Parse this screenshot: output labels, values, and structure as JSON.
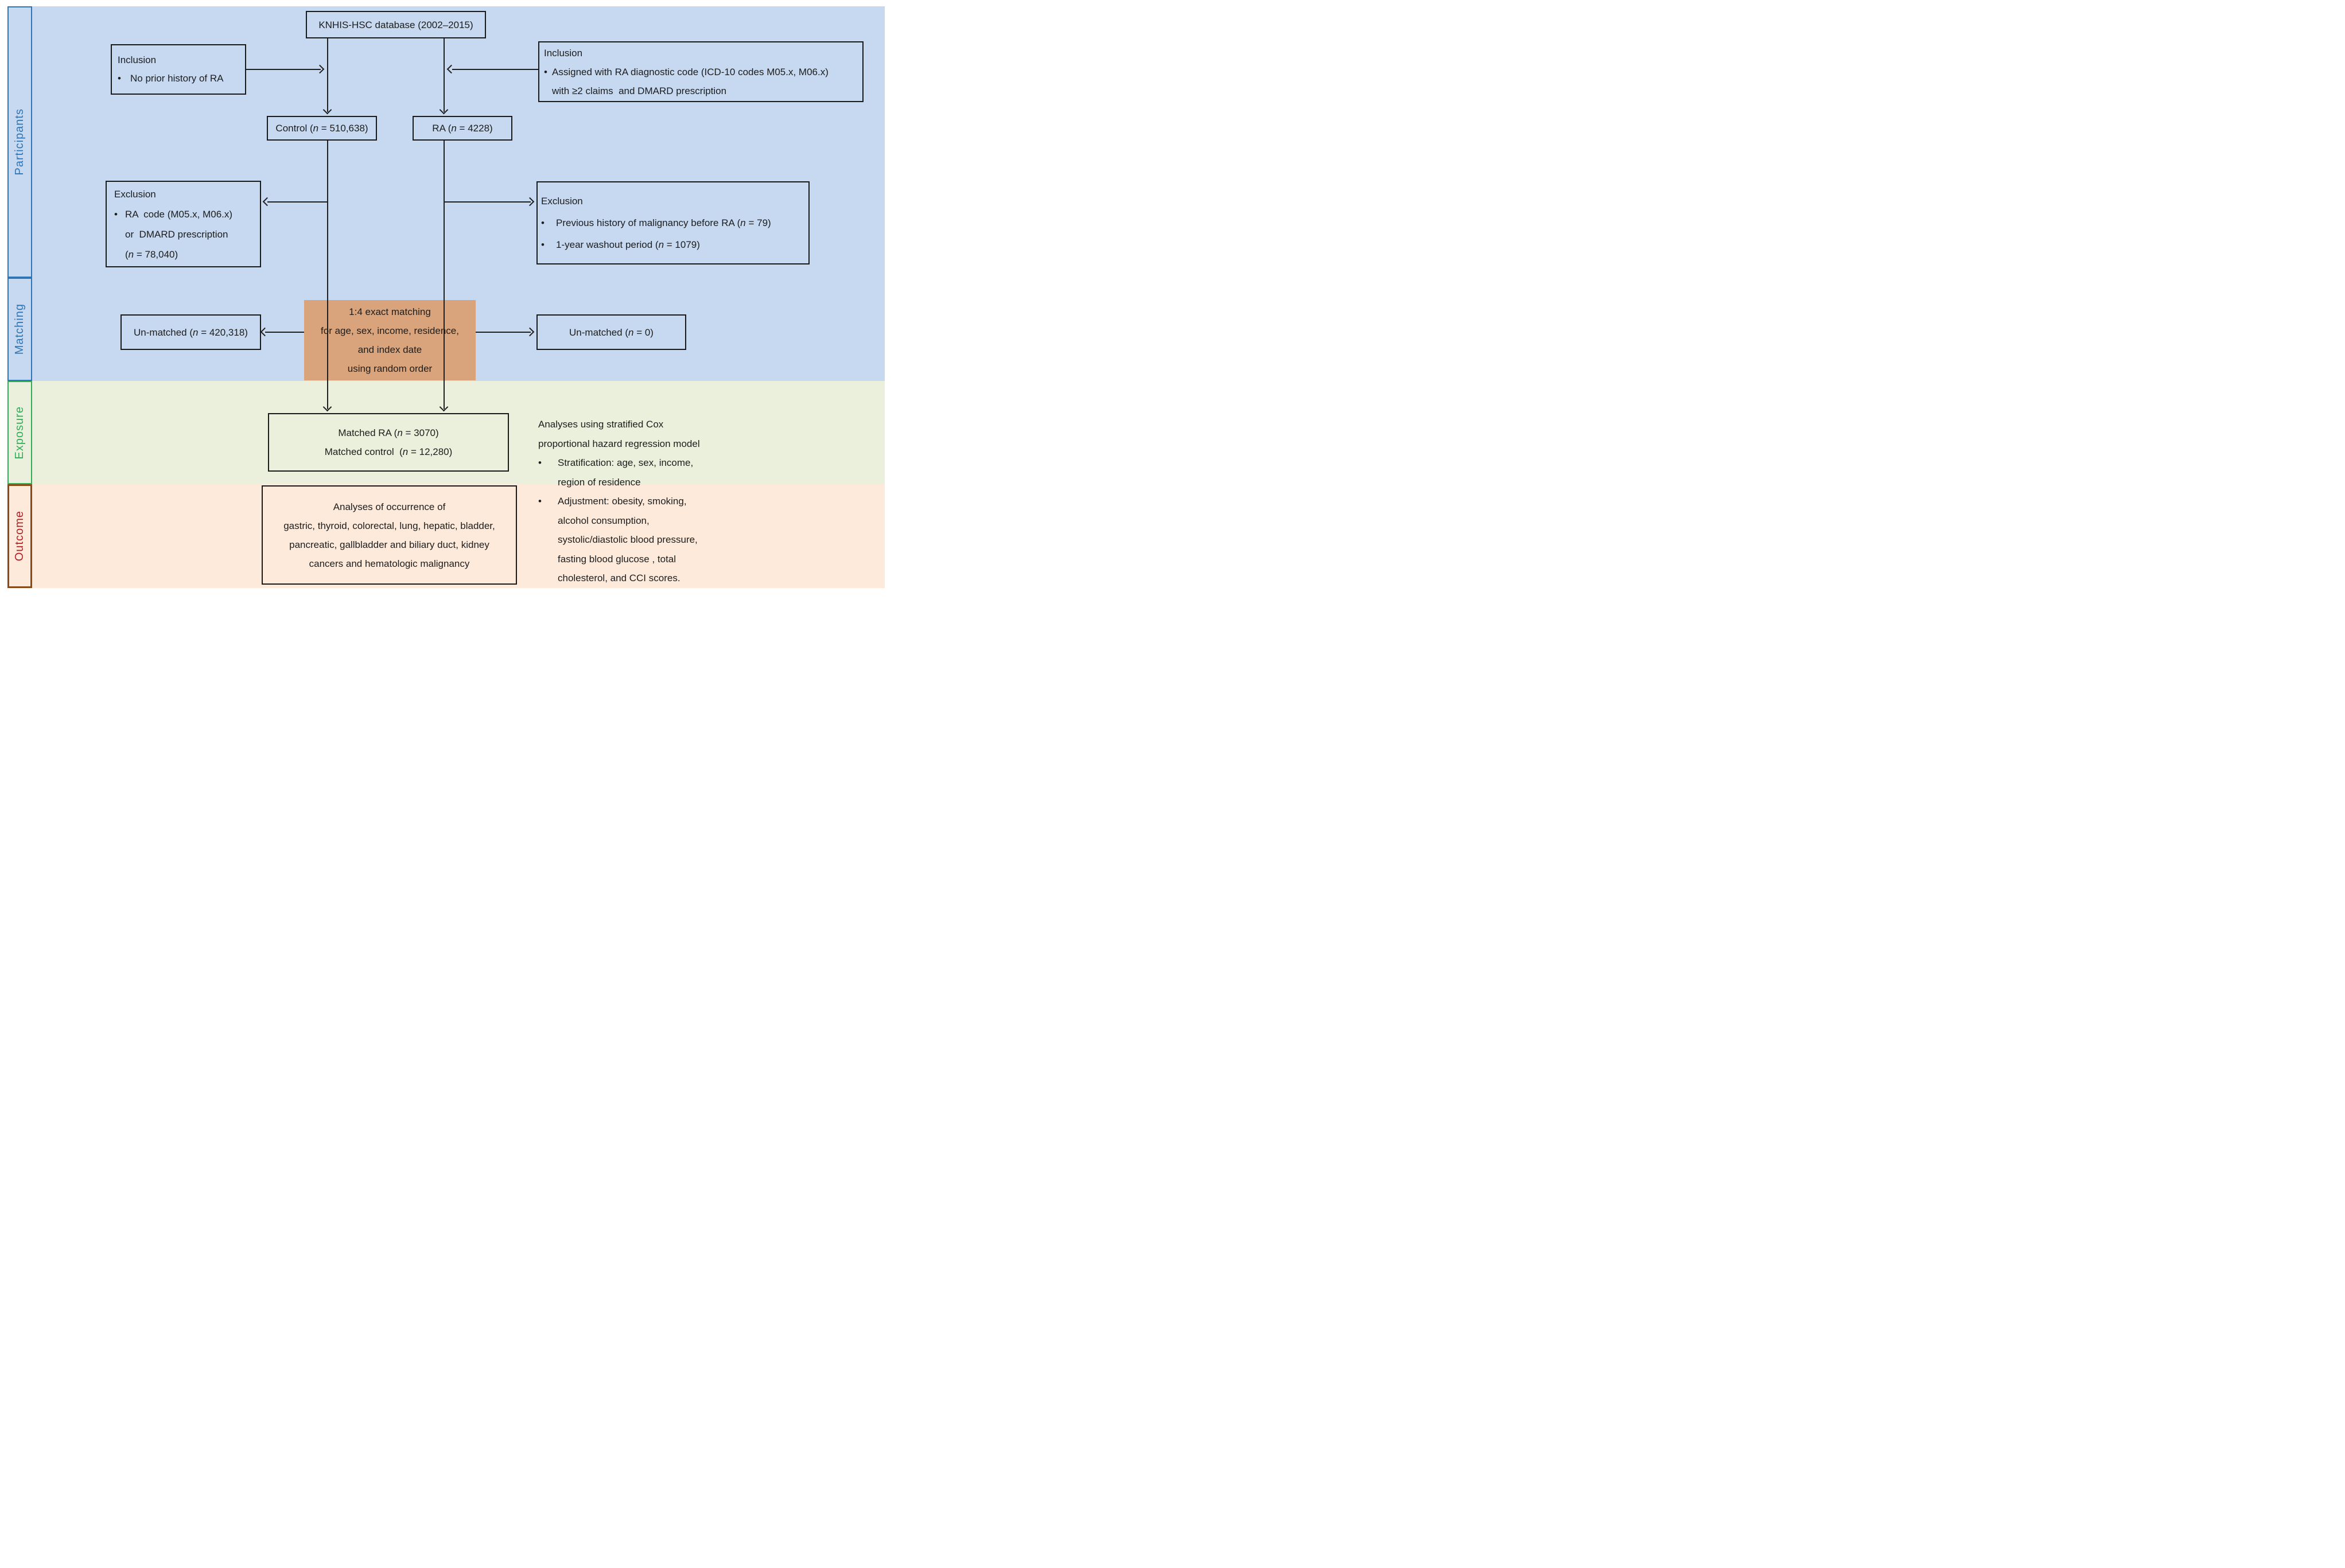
{
  "glyphs": {
    "bullet": "•"
  },
  "colors": {
    "band_blue": "#c6d9f0",
    "band_green": "#eaf0dc",
    "band_peach": "#fdeada",
    "matching_fill": "#d9a47b",
    "label_blue": "#2e75b6",
    "label_green": "#2fad58",
    "outcome_text_red": "#b42025",
    "outcome_border_brown": "#8a4a16",
    "line_black": "#1f1f1f"
  },
  "sidebar": {
    "participants": "Participants",
    "matching": "Matching",
    "exposure": "Exposure",
    "outcome": "Outcome"
  },
  "boxes": {
    "database": {
      "text": "KNHIS-HSC database (2002–2015)"
    },
    "inclusion_left": {
      "heading": "Inclusion",
      "bullet_1": "No prior history of RA"
    },
    "inclusion_right": {
      "heading": "Inclusion",
      "bullet_1": "Assigned with RA diagnostic code (ICD-10 codes M05.x, M06.x)",
      "bullet_1_cont": "with ≥2 claims  and DMARD prescription"
    },
    "control": {
      "text": "Control (n = 510,638)"
    },
    "ra": {
      "text": "RA (n = 4228)"
    },
    "exclusion_left": {
      "heading": "Exclusion",
      "bullet_1": "RA  code (M05.x, M06.x)",
      "bullet_1_cont_1": "or  DMARD prescription",
      "bullet_1_cont_2": "(n = 78,040)"
    },
    "exclusion_right": {
      "heading": "Exclusion",
      "bullet_1": "Previous history of malignancy before RA (n = 79)",
      "bullet_2": "1-year washout period (n = 1079)"
    },
    "matching": {
      "line_1": "1:4 exact matching",
      "line_2": "for age, sex, income, residence,",
      "line_3": "and index date",
      "line_4": "using random order"
    },
    "unmatched_left": {
      "text": "Un-matched (n = 420,318)"
    },
    "unmatched_right": {
      "text": "Un-matched (n = 0)"
    },
    "matched": {
      "line_1": "Matched RA (n = 3070)",
      "line_2": "Matched control  (n = 12,280)"
    },
    "outcome_box": {
      "line_1": "Analyses of occurrence of",
      "line_2": "gastric, thyroid, colorectal, lung, hepatic, bladder,",
      "line_3": "pancreatic, gallbladder and biliary duct, kidney",
      "line_4": "cancers and hematologic malignancy"
    }
  },
  "analyses_note": {
    "line_1": "Analyses using stratified Cox",
    "line_2": "proportional hazard regression model",
    "bullet_1": "Stratification: age, sex, income,",
    "bullet_1_cont": "region of residence",
    "bullet_2": "Adjustment: obesity, smoking,",
    "bullet_2_cont_1": "alcohol consumption,",
    "bullet_2_cont_2": "systolic/diastolic blood pressure,",
    "bullet_2_cont_3": "fasting blood glucose , total",
    "bullet_2_cont_4": "cholesterol, and CCI scores."
  }
}
